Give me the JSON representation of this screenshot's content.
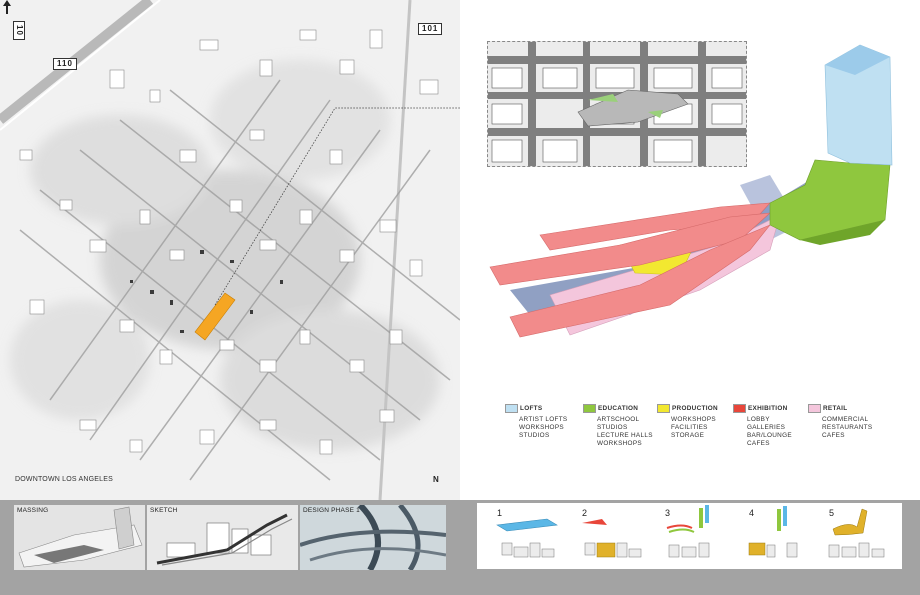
{
  "map": {
    "caption": "DOWNTOWN LOS ANGELES",
    "north_label": "N",
    "freeways": [
      {
        "label": "10"
      },
      {
        "label": "110"
      },
      {
        "label": "101"
      }
    ]
  },
  "legend": [
    {
      "title": "LOFTS",
      "color": "#bfe0f2",
      "items": [
        "ARTIST LOFTS",
        "WORKSHOPS",
        "STUDIOS"
      ]
    },
    {
      "title": "EDUCATION",
      "color": "#8fc73e",
      "items": [
        "ARTSCHOOL",
        "STUDIOS",
        "LECTURE HALLS",
        "WORKSHOPS"
      ]
    },
    {
      "title": "PRODUCTION",
      "color": "#f2e830",
      "items": [
        "WORKSHOPS",
        "FACILITIES",
        "STORAGE"
      ]
    },
    {
      "title": "EXHIBITION",
      "color": "#e8463a",
      "items": [
        "LOBBY",
        "GALLERIES",
        "BAR/LOUNGE",
        "CAFES"
      ]
    },
    {
      "title": "RETAIL",
      "color": "#f4c6dc",
      "items": [
        "COMMERCIAL",
        "RESTAURANTS",
        "CAFES"
      ]
    }
  ],
  "thumbnails": [
    {
      "label": "MASSING"
    },
    {
      "label": "SKETCH"
    },
    {
      "label": "DESIGN PHASE 1"
    }
  ],
  "steps": [
    "1",
    "2",
    "3",
    "4",
    "5"
  ]
}
